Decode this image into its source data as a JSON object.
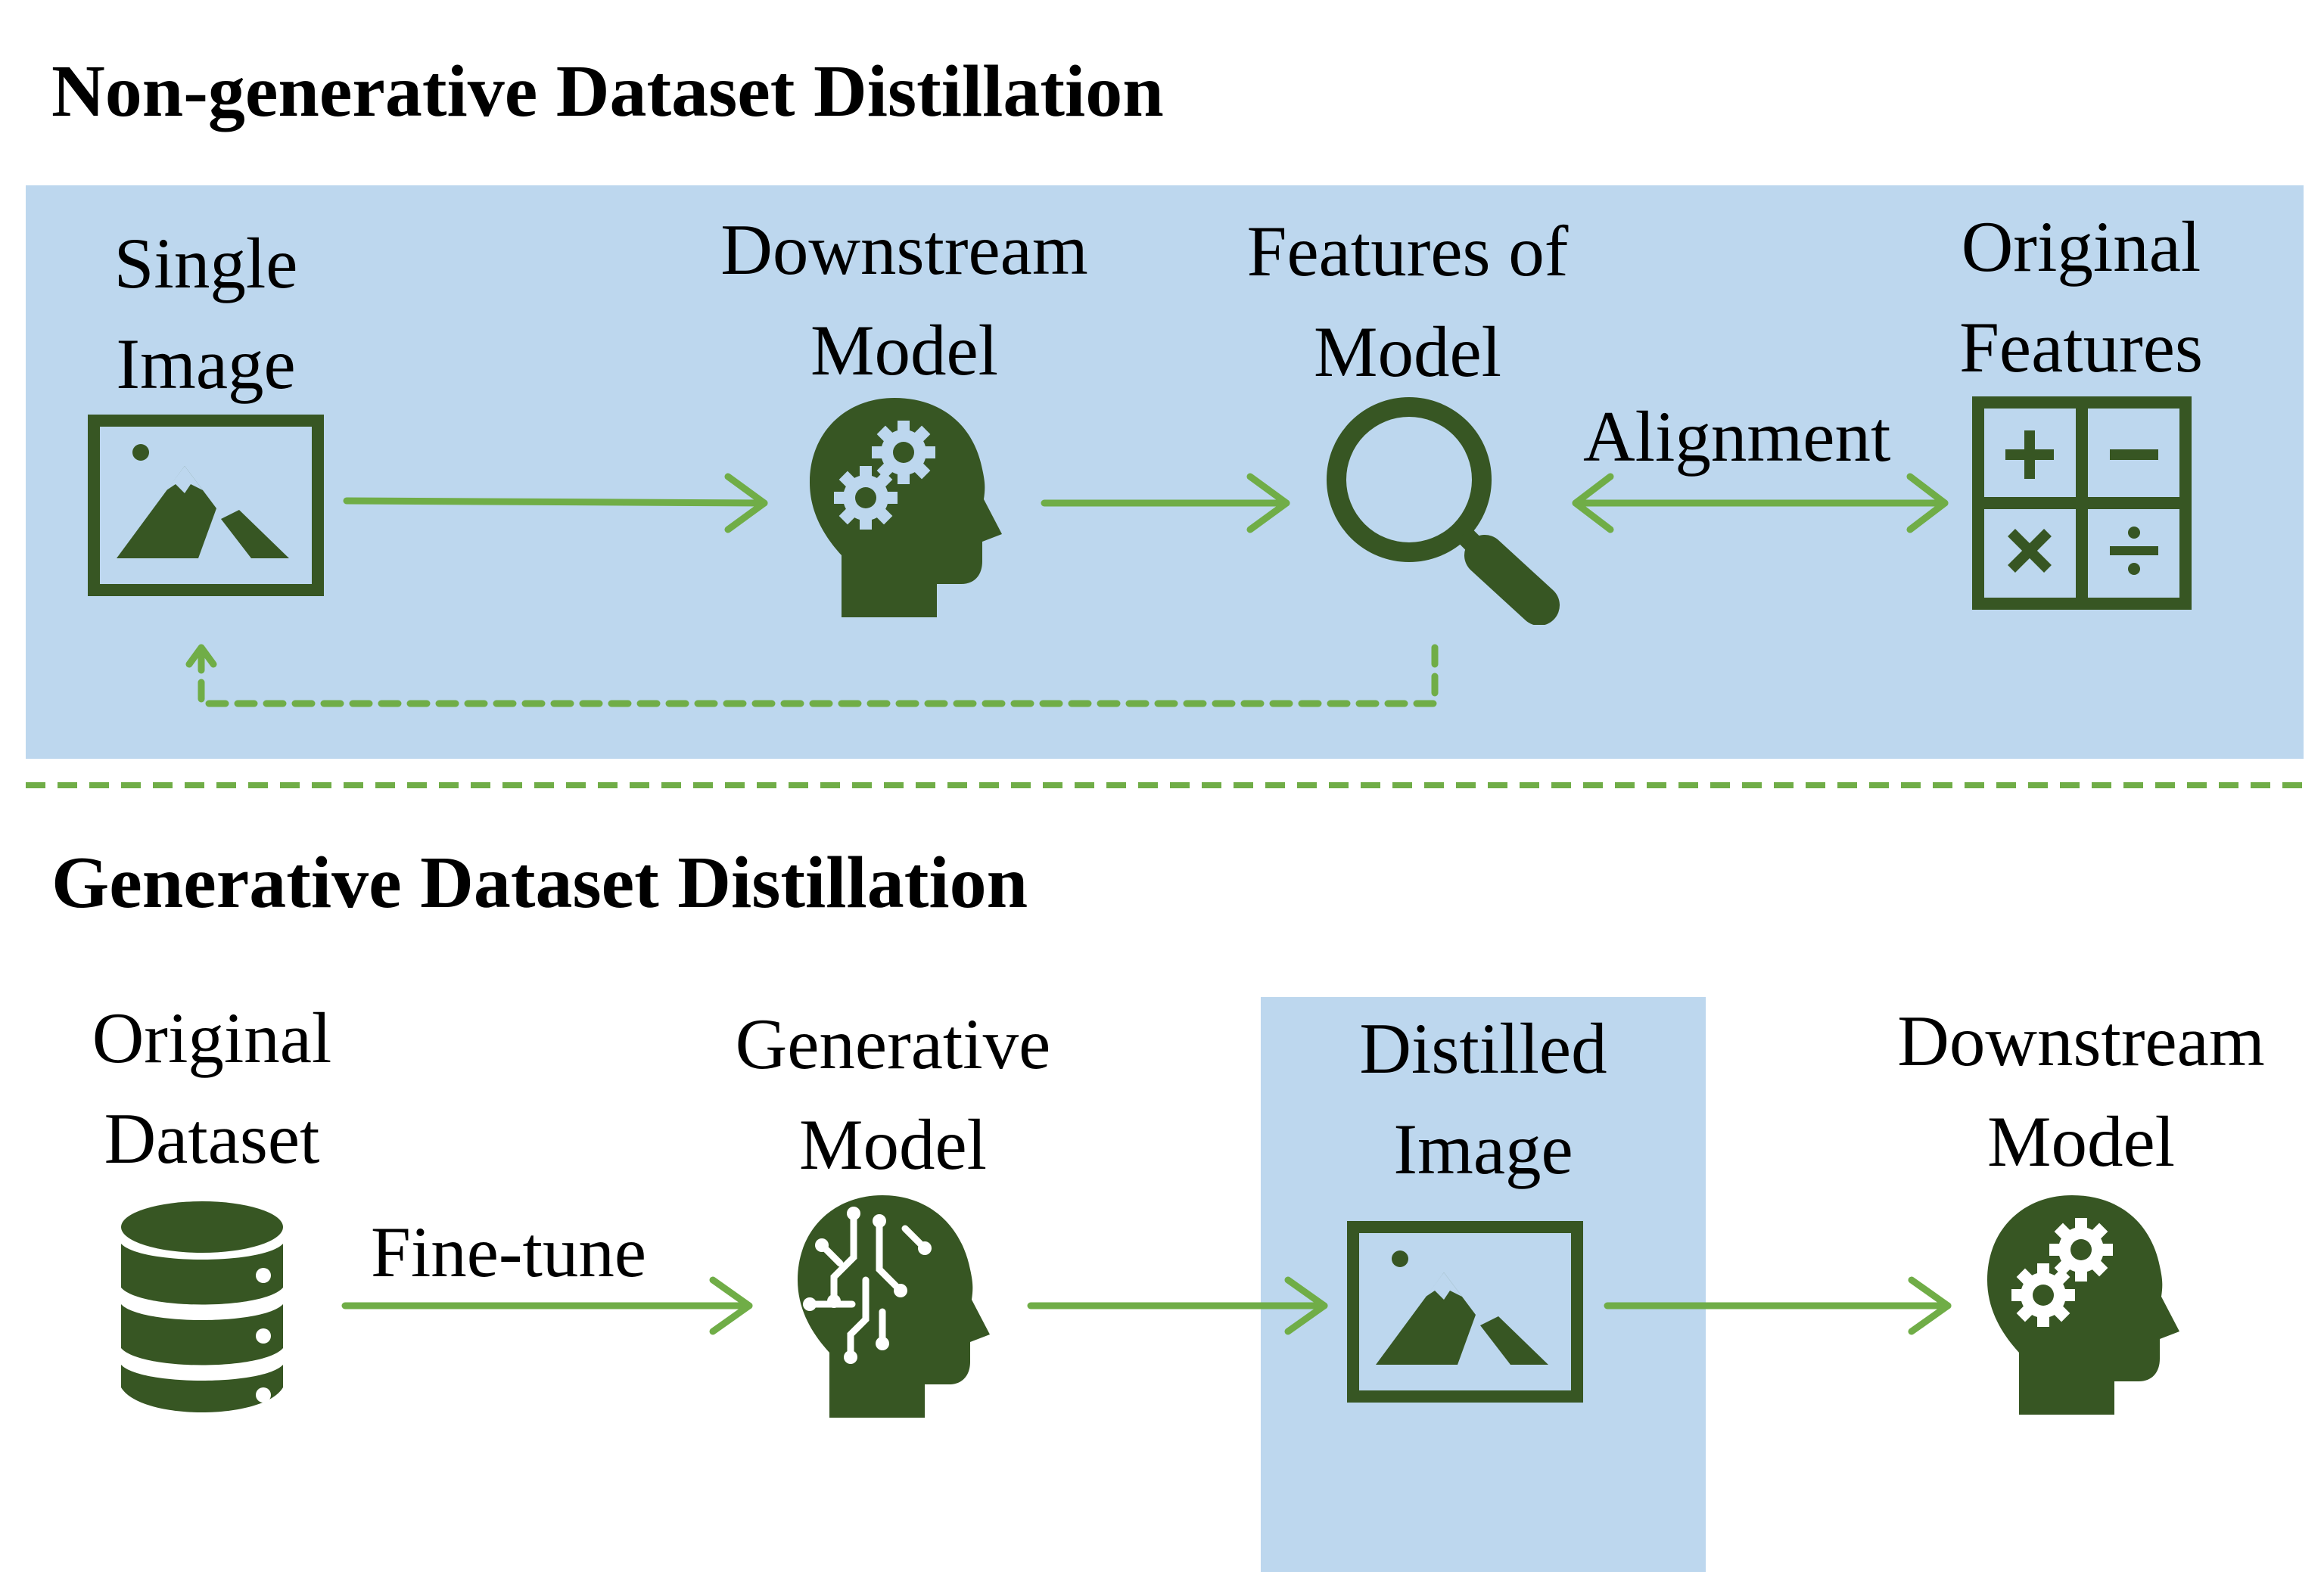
{
  "top": {
    "title": "Non-generative Dataset Distillation",
    "nodes": {
      "single_image": [
        "Single",
        "Image"
      ],
      "downstream_model": [
        "Downstream",
        "Model"
      ],
      "features_of_model": [
        "Features of",
        "Model"
      ],
      "original_features": [
        "Original",
        "Features"
      ]
    },
    "edge_alignment": "Alignment"
  },
  "bottom": {
    "title": "Generative Dataset Distillation",
    "nodes": {
      "original_dataset": [
        "Original",
        "Dataset"
      ],
      "generative_model": [
        "Generative",
        "Model"
      ],
      "distilled_image": [
        "Distilled",
        "Image"
      ],
      "downstream_model": [
        "Downstream",
        "Model"
      ]
    },
    "edge_finetune": "Fine-tune"
  },
  "colors": {
    "panel": "#bdd7ee",
    "icon": "#375623",
    "arrow": "#70ad47"
  },
  "icons": [
    "image-icon",
    "head-gears-icon",
    "magnifier-icon",
    "calculator-icon",
    "database-icon",
    "head-circuit-icon"
  ]
}
